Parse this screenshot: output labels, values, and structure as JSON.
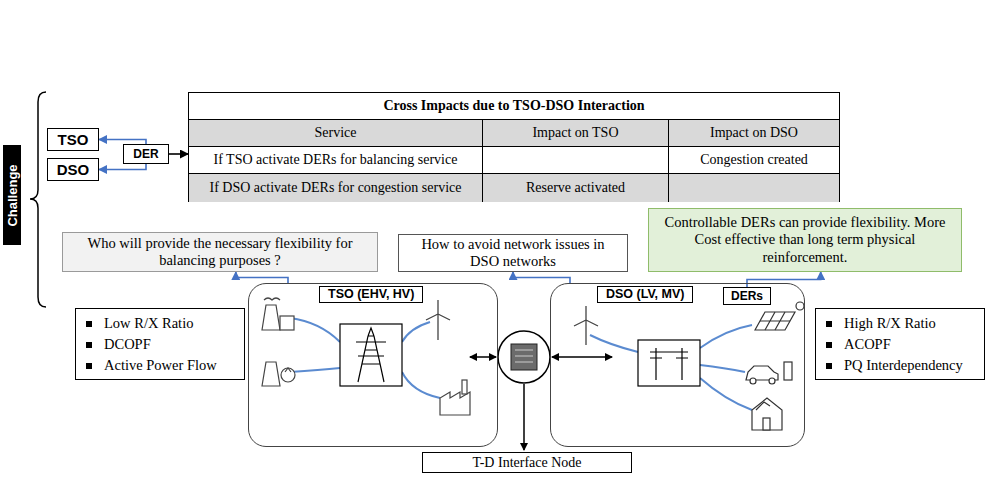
{
  "diagram": {
    "nodes": [
      {
        "text": [
          "Challenge"
        ]
      },
      {
        "text": [
          "TSO"
        ]
      },
      {
        "text": [
          "DER"
        ]
      },
      {
        "text": [
          "DSO"
        ]
      },
      {
        "text": [
          "Cross Impacts due to TSO-DSO Interaction"
        ]
      },
      {
        "text": [
          "Who will provide the necessary flexibility for balancing purposes ?"
        ]
      },
      {
        "text": [
          "How to avoid network issues in DSO networks"
        ]
      },
      {
        "text": [
          "Controllable DERs can provide flexibility. More Cost effective than long term physical reinforcement."
        ]
      },
      {
        "text": [
          "Low R/X Ratio",
          "DCOPF",
          "Active Power Flow"
        ]
      },
      {
        "text": [
          "TSO (EHV, HV)"
        ]
      },
      {
        "text": [
          "DSO (LV, MV)"
        ]
      },
      {
        "text": [
          "DERs"
        ],
        "in": 10
      },
      {
        "text": [
          "High R/X Ratio",
          "ACOPF",
          "PQ Interdependency"
        ]
      },
      {
        "text": [
          "T-D Interface Node"
        ]
      }
    ],
    "edges": [
      {
        "from": 2,
        "to": 1,
        "arrow": "to"
      },
      {
        "from": 2,
        "to": 3,
        "arrow": "to"
      },
      {
        "from": 2,
        "to": 4,
        "arrow": "to"
      },
      {
        "from": 9,
        "to": 5,
        "arrow": "to"
      },
      {
        "from": 10,
        "to": 6,
        "arrow": "to"
      },
      {
        "from": 11,
        "to": 7,
        "arrow": "to"
      }
    ],
    "labels": [
      "Service",
      "Impact on TSO",
      "Impact on DSO",
      "If TSO activate DERs for balancing service",
      "Congestion created",
      "If DSO activate DERs for congestion service",
      "Reserve activated"
    ]
  }
}
